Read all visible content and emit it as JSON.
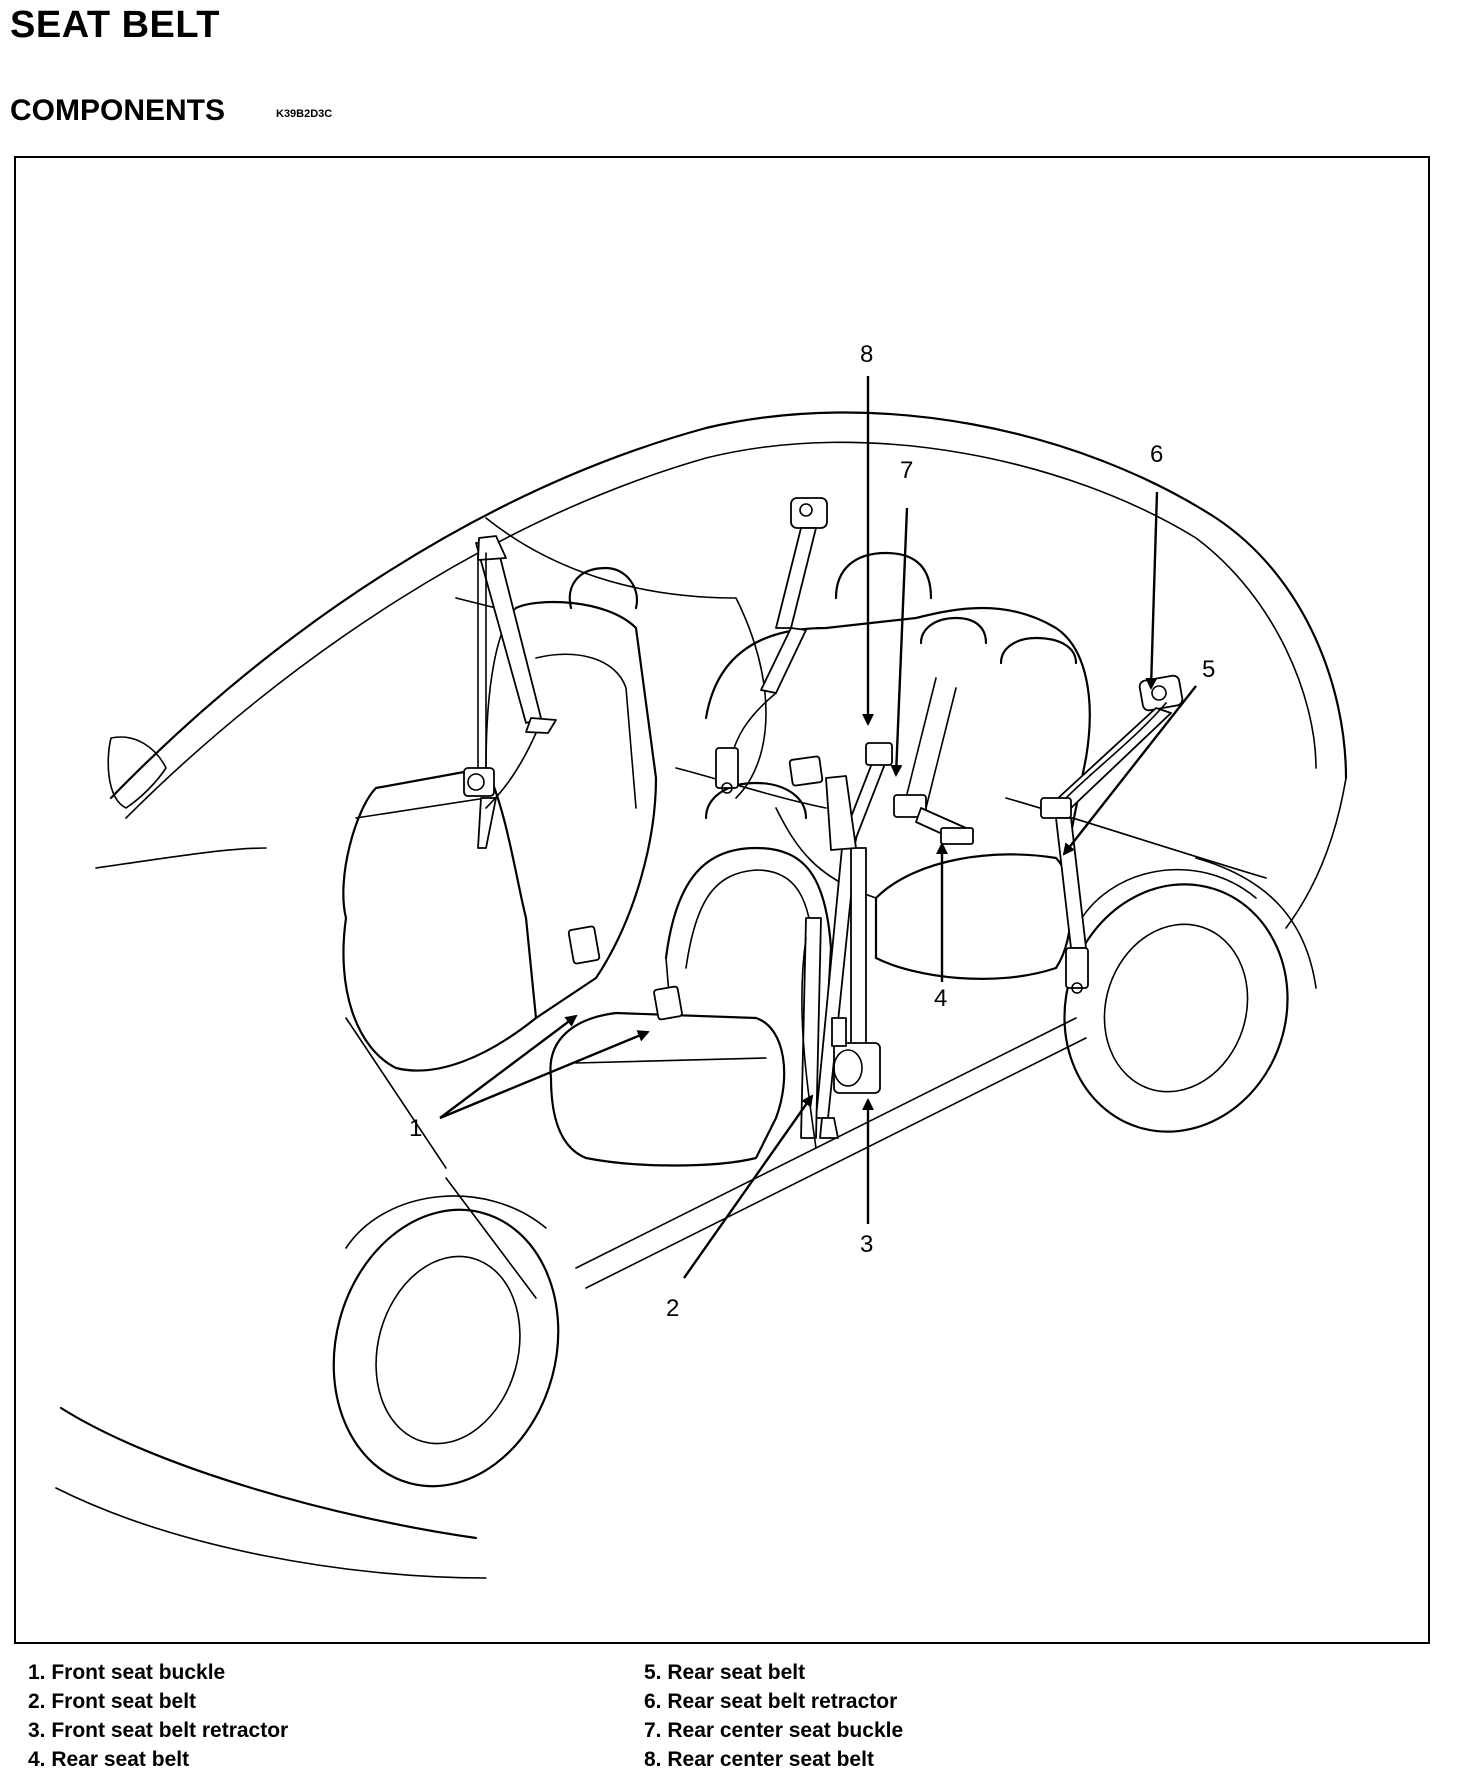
{
  "page_title": "SEAT BELT",
  "section_title": "COMPONENTS",
  "doc_code": "K39B2D3C",
  "callouts": [
    "1",
    "2",
    "3",
    "4",
    "5",
    "6",
    "7",
    "8"
  ],
  "legend_left": [
    "1. Front seat buckle",
    "2. Front seat belt",
    "3. Front seat belt retractor",
    "4. Rear seat belt"
  ],
  "legend_right": [
    "5. Rear seat belt",
    "6. Rear seat belt retractor",
    "7. Rear center seat buckle",
    "8. Rear center seat belt"
  ]
}
